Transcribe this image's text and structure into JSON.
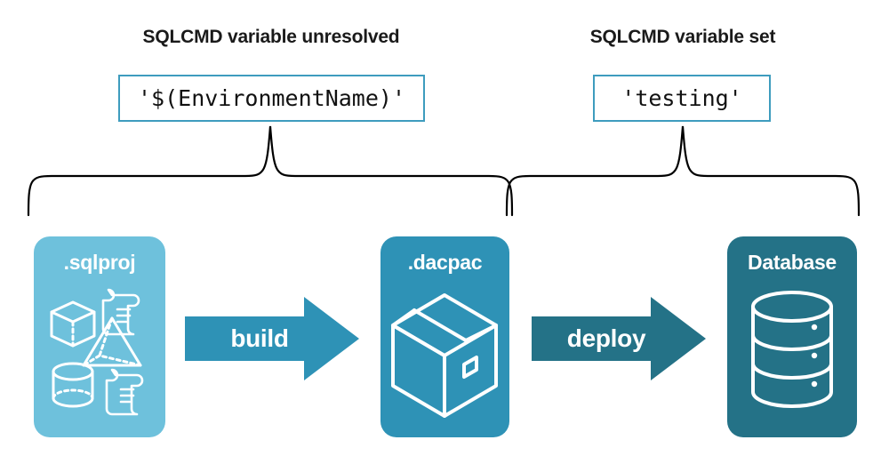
{
  "headings": {
    "left": "SQLCMD variable unresolved",
    "right": "SQLCMD variable set"
  },
  "code_boxes": {
    "left_value": "'$(EnvironmentName)'",
    "right_value": "'testing'"
  },
  "stages": [
    {
      "id": "sqlproj",
      "label": ".sqlproj",
      "color": "#6ec1dc",
      "icons": [
        "cube-icon",
        "pyramid-icon",
        "cylinder-icon",
        "scroll-icon",
        "scroll-icon"
      ]
    },
    {
      "id": "dacpac",
      "label": ".dacpac",
      "color": "#2e92b6",
      "icons": [
        "package-box-icon"
      ]
    },
    {
      "id": "database",
      "label": "Database",
      "color": "#247287",
      "icons": [
        "database-cylinder-icon"
      ]
    }
  ],
  "arrows": [
    {
      "id": "build",
      "label": "build",
      "color": "#2e92b6"
    },
    {
      "id": "deploy",
      "label": "deploy",
      "color": "#247287"
    }
  ],
  "colors": {
    "code_border": "#3e9cbe",
    "brace_stroke": "#000000",
    "heading_text": "#1a1a1a",
    "background": "#ffffff"
  }
}
